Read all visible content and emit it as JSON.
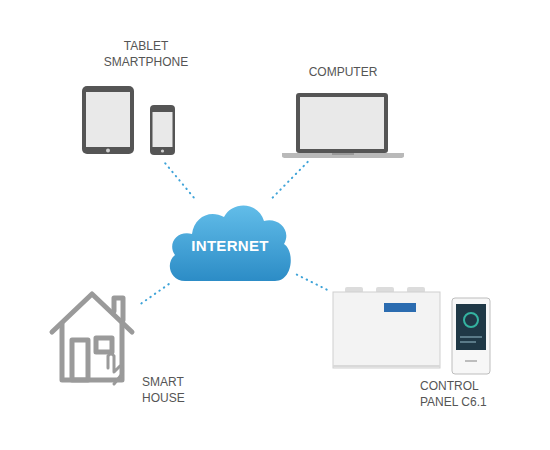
{
  "diagram": {
    "nodes": [
      {
        "text": [
          "TABLET SMARTPHONE"
        ]
      },
      {
        "text": [
          "COMPUTER"
        ]
      },
      {
        "text": [
          "INTERNET"
        ]
      },
      {
        "text": [
          "SMART HOUSE"
        ]
      },
      {
        "text": [
          "CONTROL PANEL C6.1"
        ]
      }
    ],
    "edges": [
      {
        "from": 2,
        "to": 0,
        "arrow": "none"
      },
      {
        "from": 2,
        "to": 1,
        "arrow": "none"
      },
      {
        "from": 2,
        "to": 3,
        "arrow": "none"
      },
      {
        "from": 2,
        "to": 4,
        "arrow": "none"
      }
    ]
  }
}
